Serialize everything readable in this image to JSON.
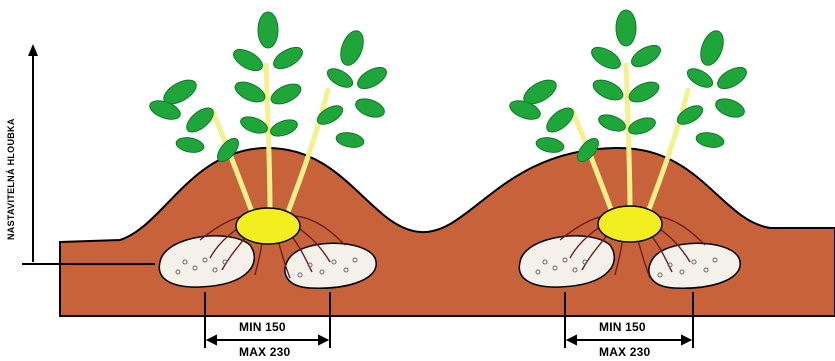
{
  "labels": {
    "depth": "NASTAVITELNÁ HLOUBKA",
    "min_left": "MIN 150",
    "max_left": "MAX 230",
    "min_right": "MIN 150",
    "max_right": "MAX 230"
  },
  "colors": {
    "soil": "#C8623A",
    "leaf": "#1FA63A",
    "leaf_dark": "#0E7A26",
    "stem": "#F4F08A",
    "potato": "#F2EE1F",
    "root": "#6B1E20",
    "fertilizer": "#F4F1EA"
  },
  "icons": [
    "potato-plant-icon",
    "fertilizer-band-icon",
    "dimension-arrow-icon"
  ]
}
